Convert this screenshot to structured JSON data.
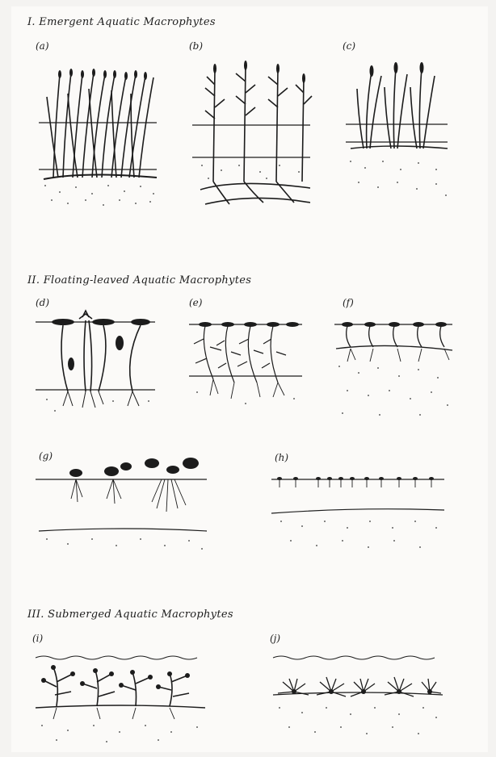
{
  "sections": [
    {
      "heading": "I. Emergent Aquatic Macrophytes",
      "panels": [
        {
          "label": "(a)",
          "icon": "tall-reed-plant-icon"
        },
        {
          "label": "(b)",
          "icon": "branched-reed-plant-icon"
        },
        {
          "label": "(c)",
          "icon": "rush-cluster-plant-icon"
        }
      ]
    },
    {
      "heading": "II. Floating-leaved Aquatic Macrophytes",
      "panels": [
        {
          "label": "(d)",
          "icon": "water-lily-plant-icon"
        },
        {
          "label": "(e)",
          "icon": "floating-stem-plant-icon"
        },
        {
          "label": "(f)",
          "icon": "creeping-floating-plant-icon"
        },
        {
          "label": "(g)",
          "icon": "free-floating-rosette-icon"
        },
        {
          "label": "(h)",
          "icon": "duckweed-mat-icon"
        }
      ]
    },
    {
      "heading": "III. Submerged Aquatic Macrophytes",
      "panels": [
        {
          "label": "(i)",
          "icon": "submerged-branched-plant-icon"
        },
        {
          "label": "(j)",
          "icon": "submerged-rosette-plant-icon"
        }
      ]
    }
  ],
  "colors": {
    "ink": "#1c1c1c",
    "paper": "#fbfaf8",
    "sediment": "#2a2a2a"
  }
}
